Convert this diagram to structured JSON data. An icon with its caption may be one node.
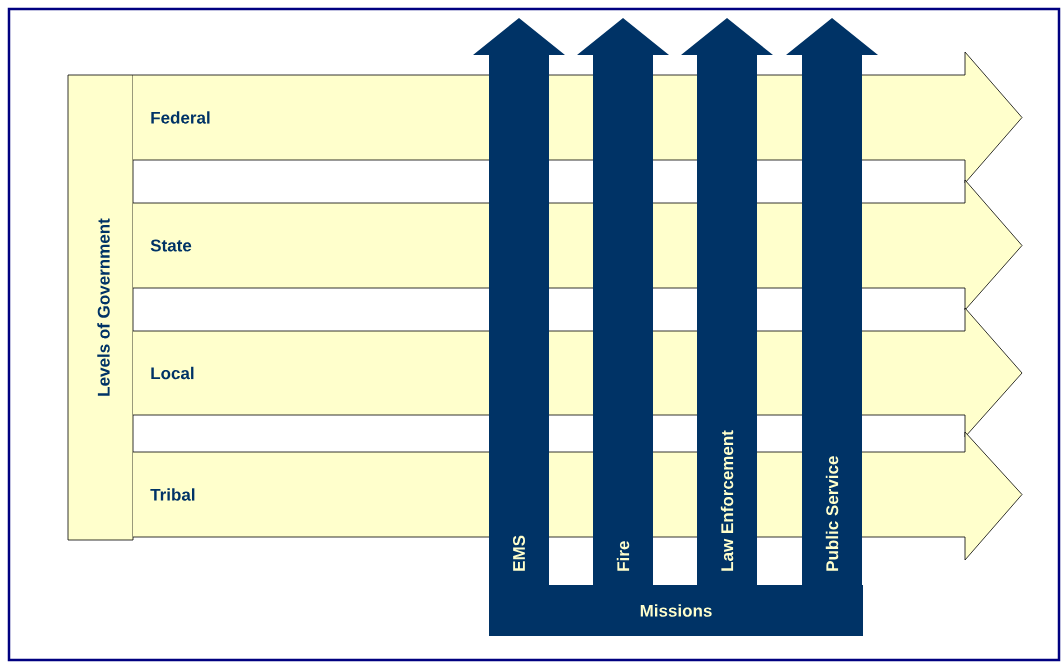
{
  "diagram": {
    "nodes": [
      {
        "text": [
          "Levels of Government"
        ]
      },
      {
        "text": [
          "Federal"
        ]
      },
      {
        "text": [
          "State"
        ]
      },
      {
        "text": [
          "Local"
        ]
      },
      {
        "text": [
          "Tribal"
        ]
      },
      {
        "text": [
          "EMS"
        ]
      },
      {
        "text": [
          "Fire"
        ]
      },
      {
        "text": [
          "Law Enforcement"
        ]
      },
      {
        "text": [
          "Public Service"
        ]
      },
      {
        "text": [
          "Missions"
        ]
      }
    ]
  }
}
